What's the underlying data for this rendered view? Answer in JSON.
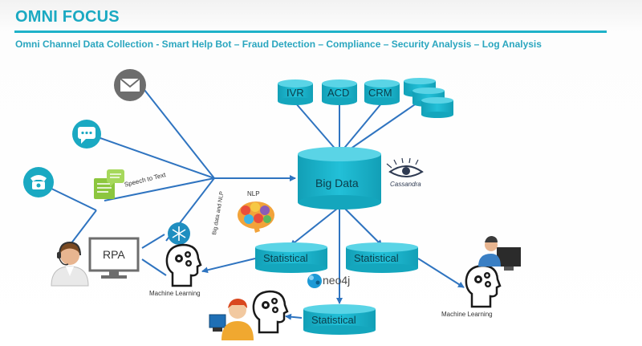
{
  "header": {
    "title": "OMNI FOCUS",
    "subtitle": "Omni Channel Data Collection - Smart Help Bot – Fraud Detection – Compliance – Security Analysis – Log Analysis"
  },
  "nodes": {
    "ivr": "IVR",
    "acd": "ACD",
    "crm": "CRM",
    "big_data": "Big Data",
    "cassandra": "Cassandra",
    "nlp": "NLP",
    "speech_to_text": "Speech to Text",
    "vertical_label": "Big data and NLP",
    "statistical_left": "Statistical",
    "statistical_right": "Statistical",
    "statistical_bottom": "Statistical",
    "neo4j": "neo4j",
    "rpa": "RPA",
    "ml_left": "Machine Learning",
    "ml_right": "Machine Learning"
  },
  "colors": {
    "accent": "#1aa9c2",
    "cylinder": "#1bb4cc",
    "arrow": "#2f74c0",
    "icon_gray": "#6d6d6d"
  }
}
